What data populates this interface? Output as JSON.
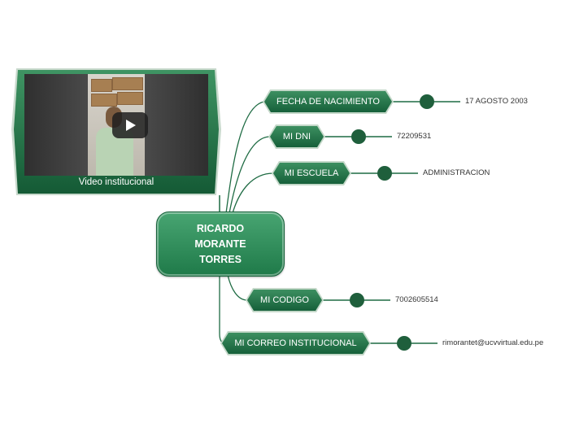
{
  "video": {
    "caption": "Video institucional"
  },
  "central": {
    "lines": [
      "RICARDO",
      "MORANTE",
      "TORRES"
    ]
  },
  "branches": [
    {
      "label": "FECHA DE NACIMIENTO",
      "value": "17 AGOSTO 2003"
    },
    {
      "label": "MI DNI",
      "value": "72209531"
    },
    {
      "label": "MI ESCUELA",
      "value": "ADMINISTRACION"
    },
    {
      "label": "MI CODIGO",
      "value": "7002605514"
    },
    {
      "label": "MI CORREO INSTITUCIONAL",
      "value": "rimorantet@ucvvirtual.edu.pe"
    }
  ],
  "colors": {
    "node_dark": "#16603a",
    "node_light": "#48a572",
    "connector": "#1e6b43",
    "dot": "#1f5f3c"
  }
}
